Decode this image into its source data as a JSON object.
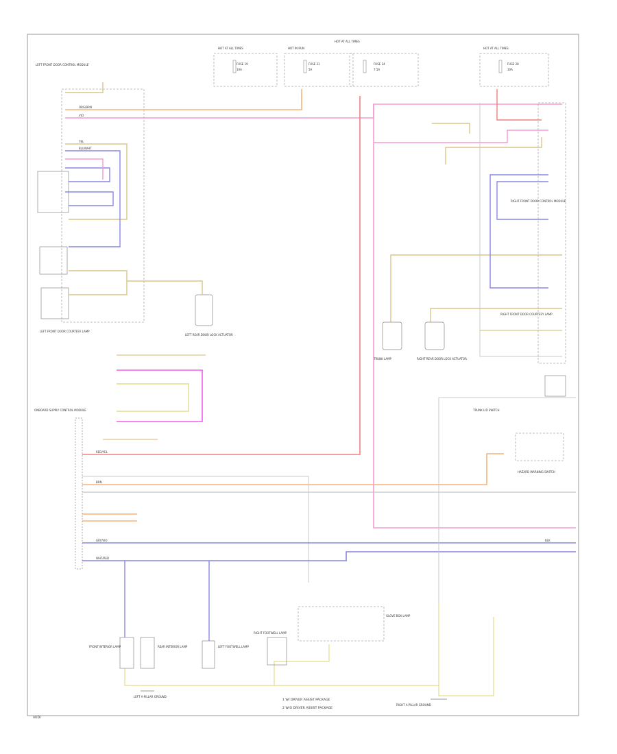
{
  "fuse_boxes": [
    {
      "title": "HOT AT ALL TIMES",
      "fuse": "FUSE 19",
      "amps": "10A"
    },
    {
      "title": "HOT IN RUN",
      "fuse": "FUSE 21",
      "amps": "5A"
    },
    {
      "title": "HOT AT ALL TIMES",
      "fuse": "FUSE 24",
      "amps": "7.5A"
    },
    {
      "title": "HOT AT ALL TIMES",
      "fuse": "FUSE 28",
      "amps": "10A"
    }
  ],
  "components": {
    "left_door_module": "LEFT FRONT DOOR CONTROL MODULE",
    "courtesy_lamp_left": "LEFT FRONT DOOR COURTESY LAMP",
    "courtesy_lamp_right": "RIGHT FRONT DOOR COURTESY LAMP",
    "left_rear_lock": "LEFT REAR DOOR LOCK ACTUATOR",
    "right_rear_lock": "RIGHT REAR DOOR LOCK ACTUATOR",
    "trunk_lamp": "TRUNK LAMP",
    "front_interior_lamp": "FRONT INTERIOR LAMP",
    "rear_interior_lamp": "REAR INTERIOR LAMP",
    "right_door_module": "RIGHT FRONT DOOR CONTROL MODULE",
    "onboard_module": "ONBOARD SUPPLY CONTROL MODULE",
    "glove_box_lamp": "GLOVE BOX LAMP",
    "footwell_left": "LEFT FOOTWELL LAMP",
    "footwell_right": "RIGHT FOOTWELL LAMP",
    "ground_left": "LEFT A-PILLAR GROUND",
    "ground_right": "RIGHT A-PILLAR GROUND",
    "trunk_switch": "TRUNK LID SWITCH",
    "hazard_switch": "HAZARD WARNING SWITCH"
  },
  "wire_labels": {
    "brn": "BRN",
    "red_yel": "RED/YEL",
    "yel": "YEL",
    "blu_wht": "BLU/WHT",
    "vio": "VIO",
    "gry_vio": "GRY/VIO",
    "wht_red": "WHT/RED",
    "org_brn": "ORG/BRN",
    "blk": "BLK"
  },
  "notes": {
    "note1": "1  W/ DRIVER ASSIST PACKAGE",
    "note2": "2  W/O DRIVER ASSIST PACKAGE"
  },
  "footer_code": "AUDI"
}
